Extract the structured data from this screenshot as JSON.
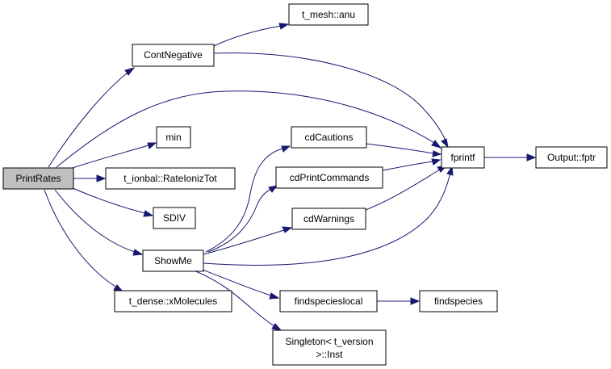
{
  "graph": {
    "edge_color": "#191970",
    "root_fill": "#bfbfbf",
    "nodes": {
      "print_rates": "PrintRates",
      "cont_negative": "ContNegative",
      "t_mesh_anu": "t_mesh::anu",
      "min": "min",
      "t_ionbal_rateioniztot": "t_ionbal::RateIonizTot",
      "sdiv": "SDIV",
      "show_me": "ShowMe",
      "t_dense_xmolecules": "t_dense::xMolecules",
      "cd_cautions": "cdCautions",
      "cd_print_commands": "cdPrintCommands",
      "cd_warnings": "cdWarnings",
      "fprintf": "fprintf",
      "output_fptr": "Output::fptr",
      "findspecieslocal": "findspecieslocal",
      "findspecies": "findspecies",
      "singleton_line1": "Singleton< t_version",
      "singleton_line2": ">::Inst"
    }
  }
}
